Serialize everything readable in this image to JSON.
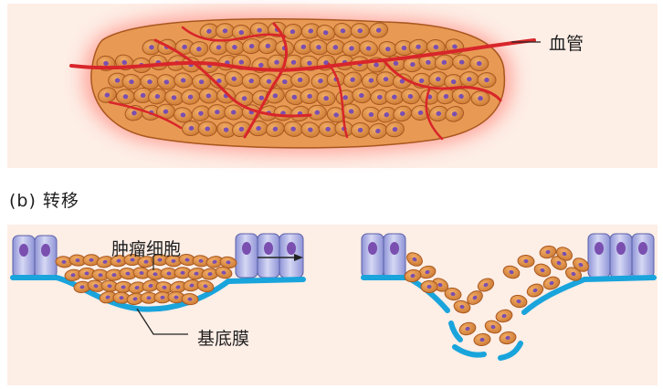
{
  "labels": {
    "vessel": "血管",
    "section_b": "(b) 转移",
    "tumor_cells": "肿瘤细胞",
    "basement_membrane": "基底膜"
  },
  "colors": {
    "panel_background": "#fdeee6",
    "cell_fill": "#d9893f",
    "cell_outline": "#a9571e",
    "nucleus": "#7a4fb0",
    "blood_vessel": "#d8262a",
    "glow": "#ff8a80",
    "epithelial_cell": "#b3b7e8",
    "basement_membrane": "#19a4dc"
  }
}
